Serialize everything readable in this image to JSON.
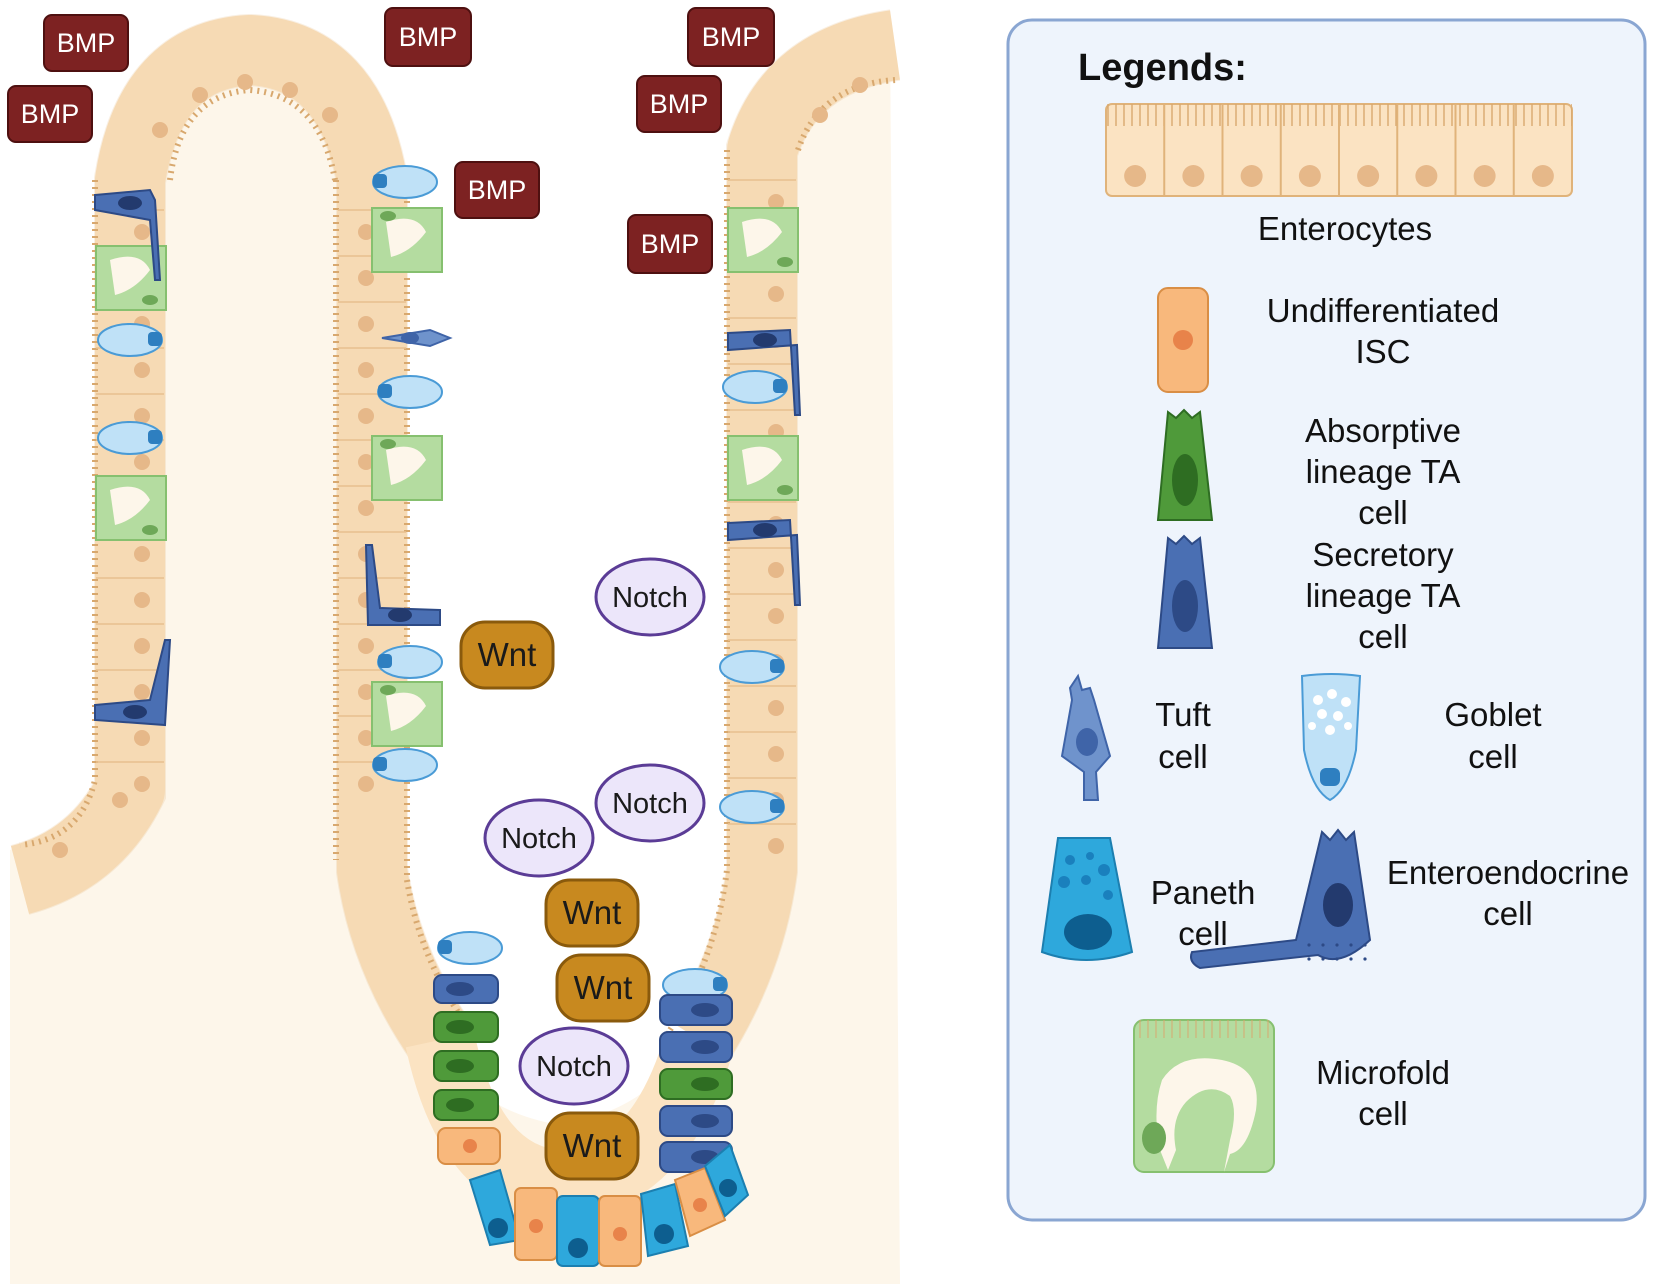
{
  "signals": {
    "bmp": [
      {
        "label": "BMP"
      },
      {
        "label": "BMP"
      },
      {
        "label": "BMP"
      },
      {
        "label": "BMP"
      },
      {
        "label": "BMP"
      },
      {
        "label": "BMP"
      },
      {
        "label": "BMP"
      }
    ],
    "wnt": [
      {
        "label": "Wnt"
      },
      {
        "label": "Wnt"
      },
      {
        "label": "Wnt"
      },
      {
        "label": "Wnt"
      }
    ],
    "notch": [
      {
        "label": "Notch"
      },
      {
        "label": "Notch"
      },
      {
        "label": "Notch"
      },
      {
        "label": "Notch"
      }
    ]
  },
  "legend": {
    "title": "Legends:",
    "enterocytes": "Enterocytes",
    "isc": [
      "Undifferentiated",
      "ISC"
    ],
    "absorptive": [
      "Absorptive",
      "lineage TA",
      "cell"
    ],
    "secretory": [
      "Secretory",
      "lineage TA",
      "cell"
    ],
    "tuft": [
      "Tuft",
      "cell"
    ],
    "goblet": [
      "Goblet",
      "cell"
    ],
    "paneth": [
      "Paneth",
      "cell"
    ],
    "enteroendocrine": [
      "Enteroendocrine",
      "cell"
    ],
    "microfold": [
      "Microfold",
      "cell"
    ]
  },
  "colors": {
    "enterocyte": "#fbe3c2",
    "isc": "#f8b87c",
    "absorptive": "#4f9a3a",
    "secretory": "#4a6fb3",
    "tuft": "#6f93cc",
    "goblet": "#bfe1f7",
    "paneth": "#2ea8dc",
    "microfold": "#b4dca0",
    "bmp": "#7d2222",
    "wnt": "#c8891f",
    "notch": "#ece6fa"
  }
}
